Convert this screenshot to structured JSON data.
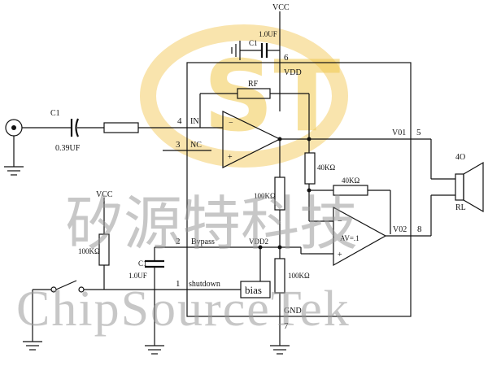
{
  "watermark": {
    "logo_text": "ST",
    "chinese": "矽源特科技",
    "english": "ChipSourceTek"
  },
  "labels": {
    "vcc_top": "VCC",
    "vcc_left": "VCC",
    "cap_top_value": "1.0UF",
    "cap_top_name": "C1",
    "pin_6": "6",
    "vdd": "VDD",
    "rf": "RF",
    "cap_in_name": "C1",
    "cap_in_value": "0.39UF",
    "pin_4": "4",
    "in": "IN",
    "pin_3": "3",
    "nc": "NC",
    "op_minus": "−",
    "op_plus": "+",
    "vo1": "V01",
    "pin_5": "5",
    "r_40k_a": "40KΩ",
    "r_40k_b": "40KΩ",
    "r_100k_a": "100KΩ",
    "r_100k_left": "100KΩ",
    "r_100k_b": "100KΩ",
    "speaker_value": "4O",
    "rl": "RL",
    "av": "AV=.1",
    "vo2": "V02",
    "pin_8": "8",
    "pin_2": "2",
    "bypass": "Bypass",
    "vdd2": "VDD2",
    "cap_byp_name": "C1",
    "cap_byp_value": "1.0UF",
    "pin_1": "1",
    "shutdown": "shutdown",
    "bias": "bias",
    "gnd": "GND",
    "pin_7": "7"
  }
}
